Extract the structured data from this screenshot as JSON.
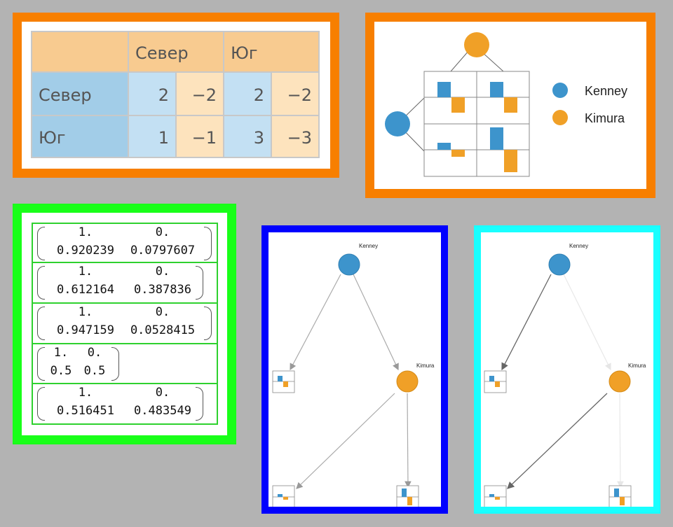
{
  "table": {
    "col_headers": [
      "Север",
      "Юг"
    ],
    "rows": [
      {
        "label": "Север",
        "cells": [
          [
            "2",
            "−2"
          ],
          [
            "2",
            "−2"
          ]
        ]
      },
      {
        "label": "Юг",
        "cells": [
          [
            "1",
            "−1"
          ],
          [
            "3",
            "−3"
          ]
        ]
      }
    ]
  },
  "legend": {
    "players": [
      "Kenney",
      "Kimura"
    ]
  },
  "tree_labels": {
    "top": "Kenney",
    "mid": "Kimura"
  },
  "matrices": [
    {
      "r1": [
        "1.",
        "0."
      ],
      "r2": [
        "0.920239",
        "0.0797607"
      ]
    },
    {
      "r1": [
        "1.",
        "0."
      ],
      "r2": [
        "0.612164",
        "0.387836"
      ]
    },
    {
      "r1": [
        "1.",
        "0."
      ],
      "r2": [
        "0.947159",
        "0.0528415"
      ]
    },
    {
      "r1": [
        "1.",
        "0."
      ],
      "r2": [
        "0.5",
        "0.5"
      ]
    },
    {
      "r1": [
        "1.",
        "0."
      ],
      "r2": [
        "0.516451",
        "0.483549"
      ]
    }
  ],
  "colors": {
    "blue": "#3d94cc",
    "orange": "#f0a027",
    "frame_orange": "#f77f00",
    "frame_green": "#19ff19",
    "frame_blue": "#0000ff",
    "frame_cyan": "#19ffff"
  }
}
